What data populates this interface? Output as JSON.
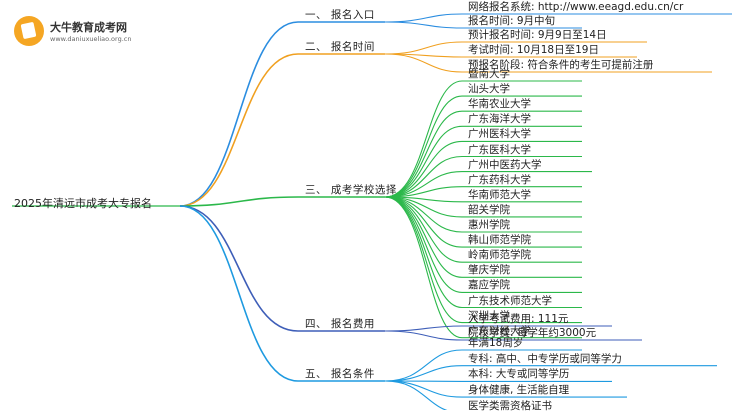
{
  "logo": {
    "title": "大牛教育成考网",
    "url": "www.daniuxueliao.org.cn"
  },
  "root": "2025年清远市成考大专报名",
  "colors": {
    "b1": "#2b8de0",
    "b2": "#f0a020",
    "b3": "#2bb84a",
    "b4": "#3e5eb8",
    "b5": "#1e9ae0"
  },
  "branches": [
    {
      "label": "一、 报名入口",
      "children": [
        "网络报名系统: http://www.eeagd.edu.cn/cr",
        "报名时间: 9月中旬"
      ]
    },
    {
      "label": "二、 报名时间",
      "children": [
        "预计报名时间: 9月9日至14日",
        "考试时间: 10月18日至19日",
        "预报名阶段: 符合条件的考生可提前注册"
      ]
    },
    {
      "label": "三、 成考学校选择",
      "children": [
        "暨南大学",
        "汕头大学",
        "华南农业大学",
        "广东海洋大学",
        "广州医科大学",
        "广东医科大学",
        "广州中医药大学",
        "广东药科大学",
        "华南师范大学",
        "韶关学院",
        "惠州学院",
        "韩山师范学院",
        "岭南师范学院",
        "肇庆学院",
        "嘉应学院",
        "广东技术师范大学",
        "深圳大学",
        "广东财经大学"
      ]
    },
    {
      "label": "四、 报名费用",
      "children": [
        "入学考试费用: 111元",
        "院校学费: 每学年约3000元"
      ]
    },
    {
      "label": "五、 报名条件",
      "children": [
        "年满18周岁",
        "专科: 高中、中专学历或同等学力",
        "本科: 大专或同等学历",
        "身体健康, 生活能自理",
        "医学类需资格证书"
      ]
    }
  ]
}
